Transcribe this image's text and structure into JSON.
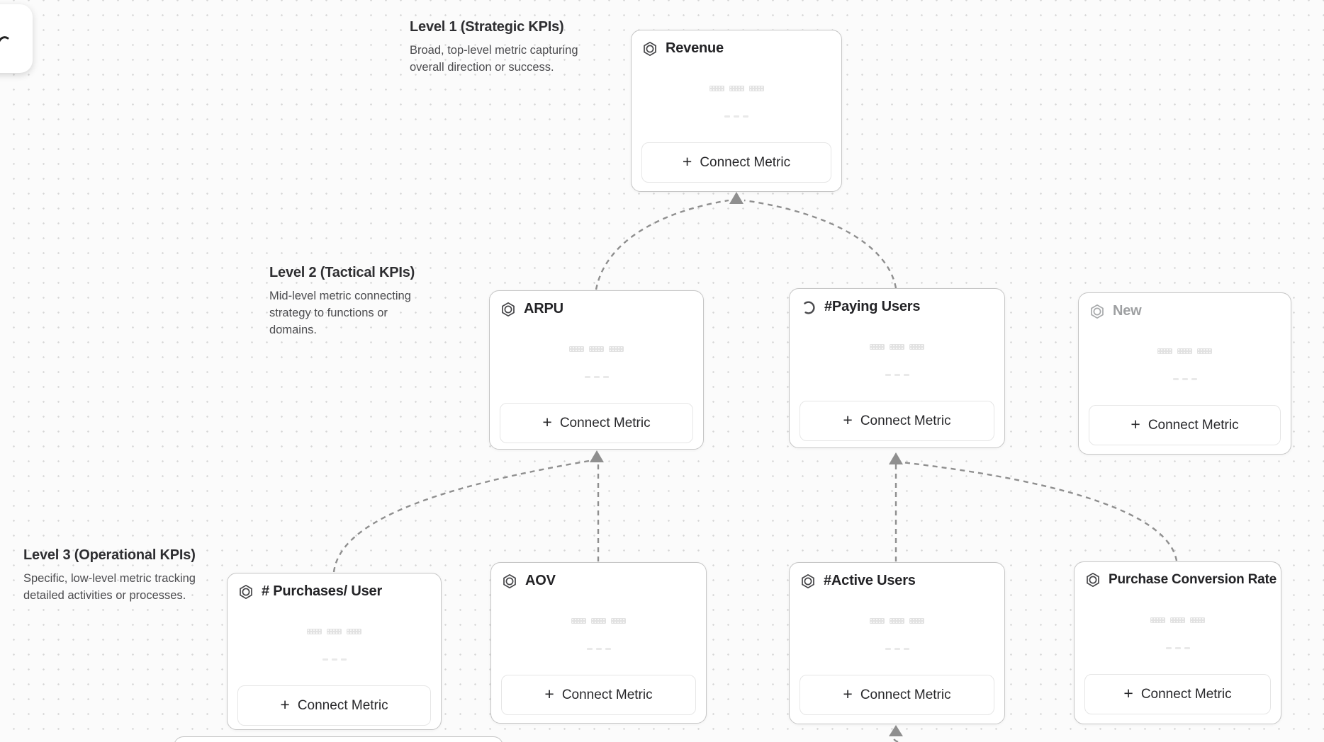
{
  "app": {
    "view": "kpi-tree-canvas"
  },
  "colors": {
    "canvas_background": "#fbfbfb",
    "grid_dot": "#d6d6d6",
    "card_border": "#c6c6c6",
    "connector": "#8f8f8f",
    "title_text": "#232326",
    "muted_title_text": "#9ea0a2",
    "body_text": "#4c4c4f",
    "skeleton_bar": "#e2e2e2"
  },
  "glyphs": {
    "plus": "+"
  },
  "levels": [
    {
      "title": "Level 1 (Strategic KPIs)",
      "description": "Broad, top-level metric capturing overall direction or success."
    },
    {
      "title": "Level 2 (Tactical KPIs)",
      "description": "Mid-level metric connecting strategy to functions or domains."
    },
    {
      "title": "Level 3 (Operational KPIs)",
      "description": "Specific, low-level metric tracking detailed activities or processes."
    }
  ],
  "cards": [
    {
      "title": "Revenue",
      "icon": "hexagon-metric-icon",
      "connect_label": "Connect Metric"
    },
    {
      "title": "ARPU",
      "icon": "hexagon-metric-icon",
      "connect_label": "Connect Metric"
    },
    {
      "title": "#Paying Users",
      "icon": "loading-spinner-icon",
      "connect_label": "Connect Metric"
    },
    {
      "title": "New",
      "icon": "hexagon-metric-icon",
      "connect_label": "Connect Metric"
    },
    {
      "title": "# Purchases/ User",
      "icon": "hexagon-metric-icon",
      "connect_label": "Connect Metric"
    },
    {
      "title": "AOV",
      "icon": "hexagon-metric-icon",
      "connect_label": "Connect Metric"
    },
    {
      "title": "#Active Users",
      "icon": "hexagon-metric-icon",
      "connect_label": "Connect Metric"
    },
    {
      "title": "Purchase Conversion Rate",
      "icon": "hexagon-metric-icon",
      "connect_label": "Connect Metric"
    }
  ]
}
